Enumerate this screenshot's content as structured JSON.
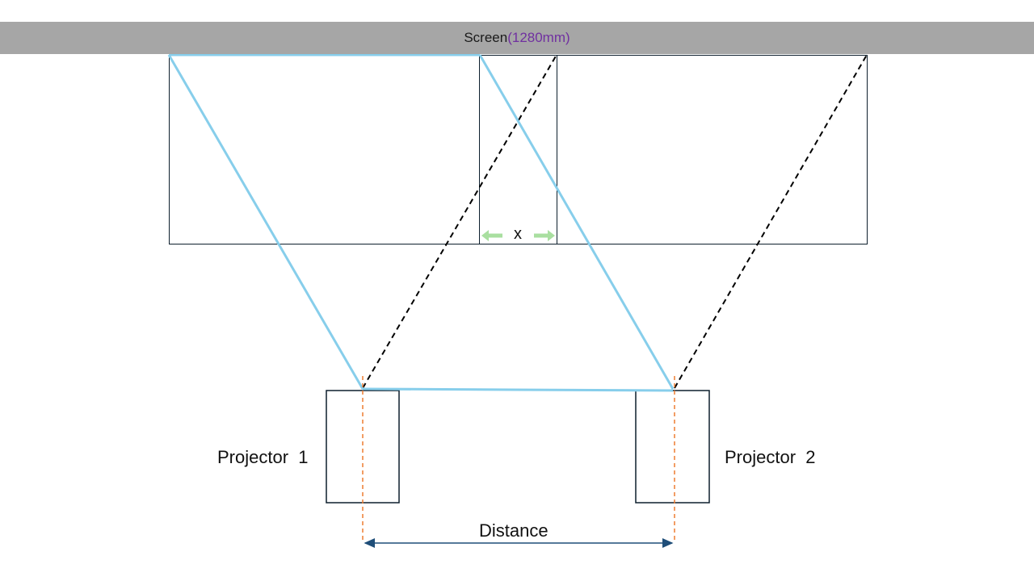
{
  "screen": {
    "label": "Screen",
    "size": "(1280mm)"
  },
  "gap_label": "x",
  "projectors": [
    {
      "label": "Projector  1"
    },
    {
      "label": "Projector  2"
    }
  ],
  "distance_label": "Distance",
  "colors": {
    "screen_bar": "#a6a6a6",
    "size_text": "#7030a0",
    "projection_line": "#87ceeb",
    "dashed_black": "#000000",
    "center_line": "#ed7d31",
    "gap_arrow": "#a9dfa0",
    "distance_arrow": "#1f4e79",
    "box_border": "#0d1f2d"
  }
}
